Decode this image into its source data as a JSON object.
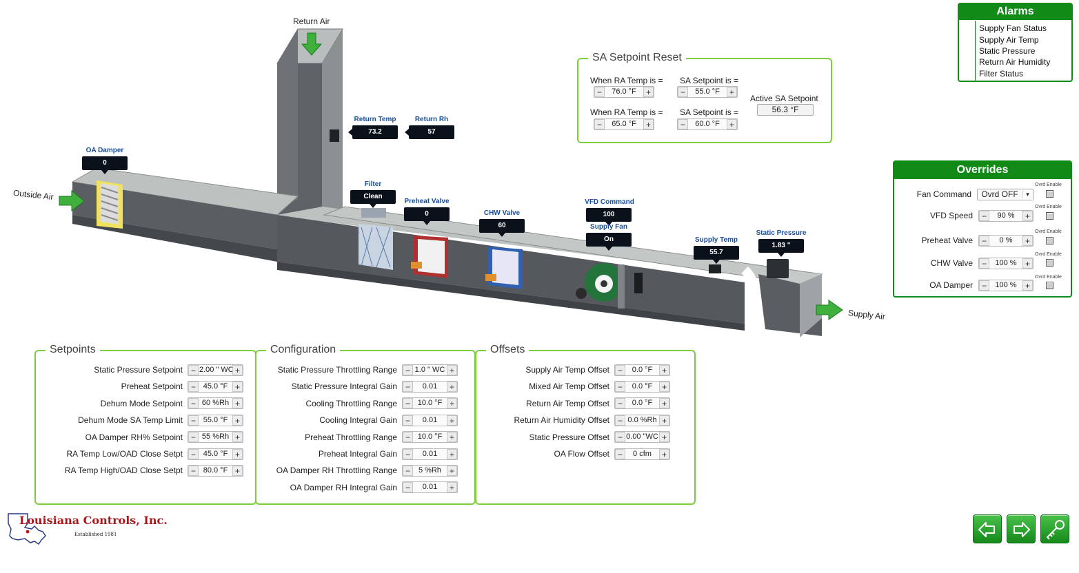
{
  "diagram": {
    "return_air_label": "Return Air",
    "outside_air_label": "Outside Air",
    "supply_air_label": "Supply Air",
    "oa_damper": {
      "title": "OA Damper",
      "value": "0"
    },
    "return_temp": {
      "title": "Return Temp",
      "value": "73.2"
    },
    "return_rh": {
      "title": "Return Rh",
      "value": "57"
    },
    "filter": {
      "title": "Filter",
      "value": "Clean"
    },
    "preheat_valve": {
      "title": "Preheat Valve",
      "value": "0"
    },
    "chw_valve": {
      "title": "CHW Valve",
      "value": "60"
    },
    "vfd_command": {
      "title": "VFD Command",
      "value": "100"
    },
    "supply_fan": {
      "title": "Supply Fan",
      "value": "On"
    },
    "supply_temp": {
      "title": "Supply Temp",
      "value": "55.7"
    },
    "static_pressure": {
      "title": "Static Pressure",
      "value": "1.83 \""
    }
  },
  "sa_reset": {
    "title": "SA Setpoint Reset",
    "ra_temp_label": "When RA Temp is =",
    "sa_setpoint_label": "SA Setpoint  is =",
    "ra_temp_1": "76.0 °F",
    "sa_setpoint_1": "55.0 °F",
    "ra_temp_2": "65.0 °F",
    "sa_setpoint_2": "60.0 °F",
    "active_label": "Active SA Setpoint",
    "active_value": "56.3 °F"
  },
  "alarms": {
    "title": "Alarms",
    "items": [
      "Supply Fan Status",
      "Supply Air Temp",
      "Static Pressure",
      "Return Air Humidity",
      "Filter Status"
    ]
  },
  "overrides": {
    "title": "Overrides",
    "ovrd_enable_label": "Ovrd Enable",
    "fan_command": {
      "label": "Fan Command",
      "value": "Ovrd OFF"
    },
    "vfd_speed": {
      "label": "VFD Speed",
      "value": "90 %"
    },
    "preheat_valve": {
      "label": "Preheat Valve",
      "value": "0 %"
    },
    "chw_valve": {
      "label": "CHW Valve",
      "value": "100 %"
    },
    "oa_damper": {
      "label": "OA Damper",
      "value": "100 %"
    }
  },
  "setpoints": {
    "title": "Setpoints",
    "rows": [
      {
        "label": "Static Pressure Setpoint",
        "value": "2.00 \" WC"
      },
      {
        "label": "Preheat Setpoint",
        "value": "45.0  °F"
      },
      {
        "label": "Dehum Mode Setpoint",
        "value": "60 %Rh"
      },
      {
        "label": "Dehum Mode SA Temp Limit",
        "value": "55.0  °F"
      },
      {
        "label": "OA Damper RH% Setpoint",
        "value": "55 %Rh"
      },
      {
        "label": "RA Temp Low/OAD Close Setpt",
        "value": "45.0  °F"
      },
      {
        "label": "RA Temp High/OAD Close Setpt",
        "value": "80.0  °F"
      }
    ]
  },
  "configuration": {
    "title": "Configuration",
    "rows": [
      {
        "label": "Static Pressure Throttling Range",
        "value": "1.0 \" WC"
      },
      {
        "label": "Static Pressure Integral Gain",
        "value": "0.01"
      },
      {
        "label": "Cooling Throttling Range",
        "value": "10.0  °F"
      },
      {
        "label": "Cooling Integral Gain",
        "value": "0.01"
      },
      {
        "label": "Preheat Throttling Range",
        "value": "10.0  °F"
      },
      {
        "label": "Preheat Integral Gain",
        "value": "0.01"
      },
      {
        "label": "OA Damper RH Throttling Range",
        "value": "5 %Rh"
      },
      {
        "label": "OA Damper RH Integral Gain",
        "value": "0.01"
      }
    ]
  },
  "offsets": {
    "title": "Offsets",
    "rows": [
      {
        "label": "Supply Air Temp Offset",
        "value": "0.0  °F"
      },
      {
        "label": "Mixed Air Temp Offset",
        "value": "0.0  °F"
      },
      {
        "label": "Return Air Temp Offset",
        "value": "0.0  °F"
      },
      {
        "label": "Return Air Humidity Offset",
        "value": "0.0 %Rh"
      },
      {
        "label": "Static Pressure Offset",
        "value": "0.00 \"WC"
      },
      {
        "label": "OA Flow Offset",
        "value": "0 cfm"
      }
    ]
  },
  "spinner": {
    "minus": "−",
    "plus": "+"
  },
  "logo": {
    "name": "Louisiana Controls, Inc.",
    "tagline": "Established 1981"
  },
  "colors": {
    "accent_green": "#7ccd3a",
    "header_green": "#118a18",
    "tag_bg": "#0a111a",
    "duct_gray": "#5f6367"
  },
  "nav": {
    "back_icon": "arrow-left-icon",
    "forward_icon": "arrow-right-icon",
    "key_icon": "key-icon"
  }
}
